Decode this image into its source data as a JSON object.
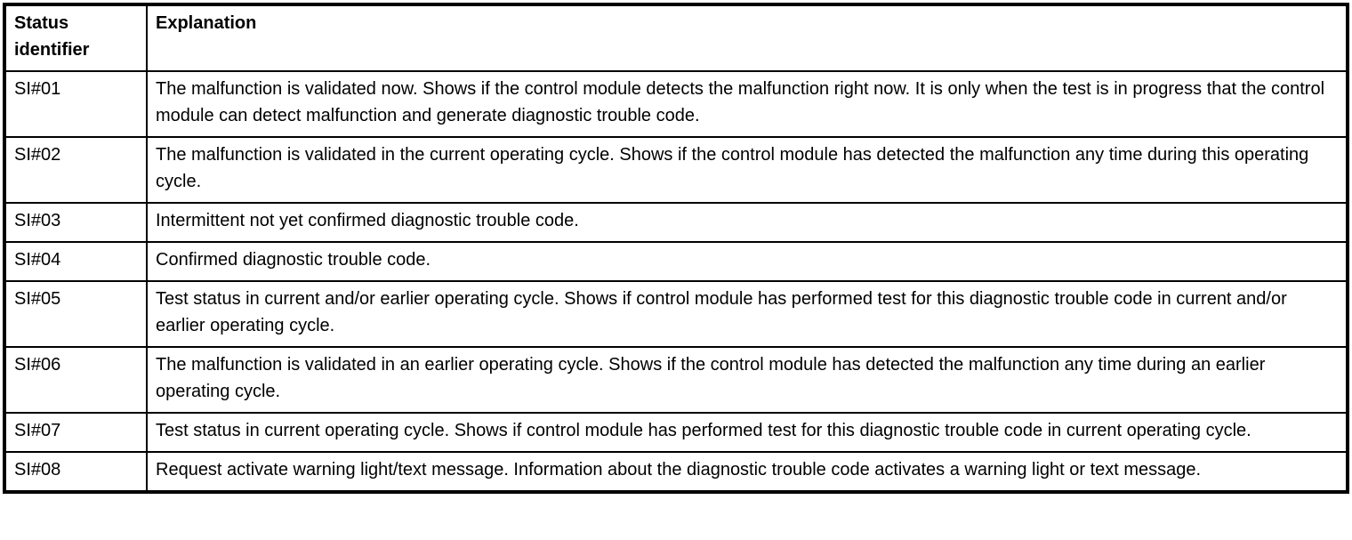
{
  "table": {
    "columns": [
      {
        "label": "Status identifier"
      },
      {
        "label": "Explanation"
      }
    ],
    "rows": [
      {
        "id": "SI#01",
        "explanation": "The malfunction is validated now. Shows if the control module detects the malfunction right now. It is only when the test is in progress that the control module can detect malfunction and generate diagnostic trouble code."
      },
      {
        "id": "SI#02",
        "explanation": "The malfunction is validated in the current operating cycle. Shows if the control module has detected the malfunction any time during this operating cycle."
      },
      {
        "id": "SI#03",
        "explanation": "Intermittent not yet confirmed diagnostic trouble code."
      },
      {
        "id": "SI#04",
        "explanation": "Confirmed diagnostic trouble code."
      },
      {
        "id": "SI#05",
        "explanation": "Test status in current and/or earlier operating cycle. Shows if control module has performed test for this diagnostic trouble code in current and/or earlier operating cycle."
      },
      {
        "id": "SI#06",
        "explanation": "The malfunction is validated in an earlier operating cycle. Shows if the control module has detected the malfunction any time during an earlier operating cycle."
      },
      {
        "id": "SI#07",
        "explanation": "Test status in current operating cycle. Shows if control module has performed test for this diagnostic trouble code in current operating cycle."
      },
      {
        "id": "SI#08",
        "explanation": "Request activate warning light/text message. Information about the diagnostic trouble code activates a warning light or text message."
      }
    ],
    "colors": {
      "border": "#000000",
      "text": "#000000",
      "background": "#ffffff"
    }
  }
}
